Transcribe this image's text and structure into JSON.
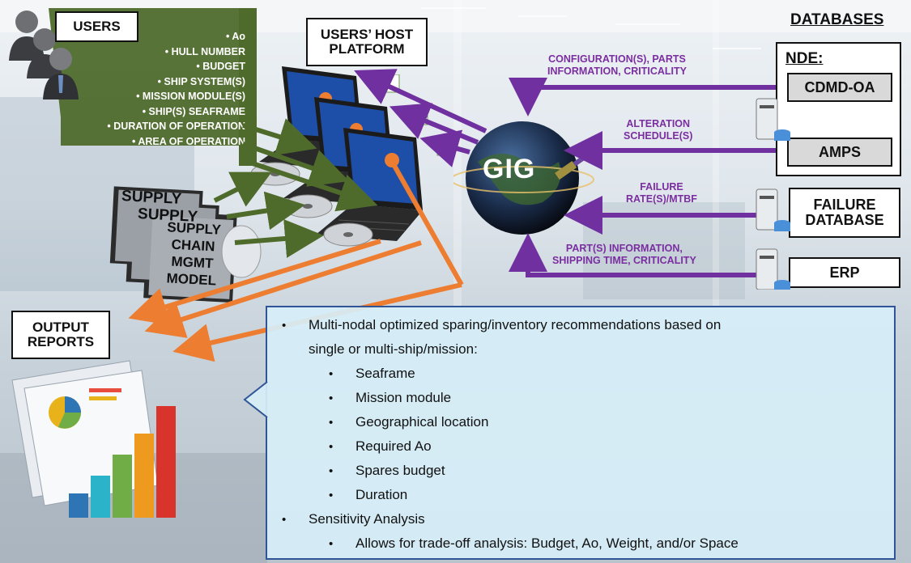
{
  "users": {
    "label": "USERS",
    "inputs": [
      "• Ao",
      "• HULL NUMBER",
      "• BUDGET",
      "• SHIP SYSTEM(S)",
      "• MISSION MODULE(S)",
      "• SHIP(S) SEAFRAME",
      "• DURATION OF OPERATION",
      "• AREA OF OPERATION"
    ]
  },
  "host_platform": {
    "label_line1": "USERS’ HOST",
    "label_line2": "PLATFORM"
  },
  "supply_chain": {
    "back1": "SUPPLY",
    "back2": "SUPPLY",
    "line1": "SUPPLY",
    "line2": "CHAIN",
    "line3": "MGMT",
    "line4": "MODEL"
  },
  "gig": {
    "label": "GIG"
  },
  "databases": {
    "label": "DATABASES",
    "nde_label": "NDE:",
    "cdmd_label": "CDMD-OA",
    "amps_label": "AMPS",
    "failure_line1": "FAILURE",
    "failure_line2": "DATABASE",
    "erp_label": "ERP"
  },
  "flows": {
    "config_line1": "CONFIGURATION(S), PARTS",
    "config_line2": "INFORMATION, CRITICALITY",
    "alteration_line1": "ALTERATION",
    "alteration_line2": "SCHEDULE(S)",
    "failure_line1": "FAILURE",
    "failure_line2": "RATE(S)/MTBF",
    "parts_line1": "PART(S) INFORMATION,",
    "parts_line2": "SHIPPING TIME, CRITICALITY"
  },
  "output": {
    "line1": "OUTPUT",
    "line2": "REPORTS"
  },
  "info": {
    "main": "Multi-nodal optimized sparing/inventory recommendations based on",
    "main_cont": "single or multi-ship/mission:",
    "sub": [
      "Seaframe",
      "Mission module",
      "Geographical location",
      "Required Ao",
      "Spares budget",
      "Duration"
    ],
    "sensitivity": "Sensitivity Analysis",
    "tradeoff": "Allows for trade-off analysis: Budget, Ao, Weight, and/or Space"
  },
  "colors": {
    "green": "#4f6b2c",
    "purple": "#7030a0",
    "orange": "#ed7d31",
    "info_border": "#2f5597"
  }
}
